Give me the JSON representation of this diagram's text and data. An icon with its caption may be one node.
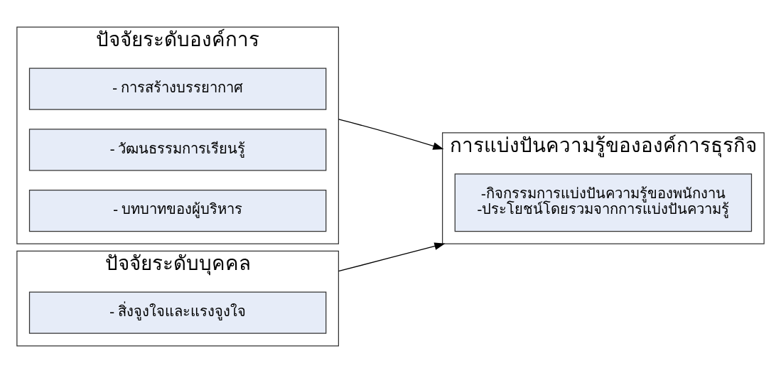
{
  "diagram": {
    "nodes": [
      {
        "text": [
          "ปัจจัยระดับองค์การ"
        ]
      },
      {
        "text": [
          "- การสร้างบรรยากาศ"
        ],
        "in": 0
      },
      {
        "text": [
          "- วัฒนธรรมการเรียนรู้"
        ],
        "in": 0
      },
      {
        "text": [
          "- บทบาทของผู้บริหาร"
        ],
        "in": 0
      },
      {
        "text": [
          "ปัจจัยระดับบุคคล"
        ]
      },
      {
        "text": [
          "- สิ่งจูงใจและแรงจูงใจ"
        ],
        "in": 4
      },
      {
        "text": [
          "การแบ่งปันความรู้ขององค์การธุรกิจ"
        ]
      },
      {
        "text": [
          "-กิจกรรมการแบ่งปันความรู้ของพนักงาน",
          "-ประโยชน์โดยรวมจากการแบ่งปันความรู้"
        ],
        "in": 6
      }
    ],
    "edges": [
      {
        "from": 0,
        "to": 6,
        "arrow": "to"
      },
      {
        "from": 4,
        "to": 6,
        "arrow": "to"
      }
    ]
  }
}
